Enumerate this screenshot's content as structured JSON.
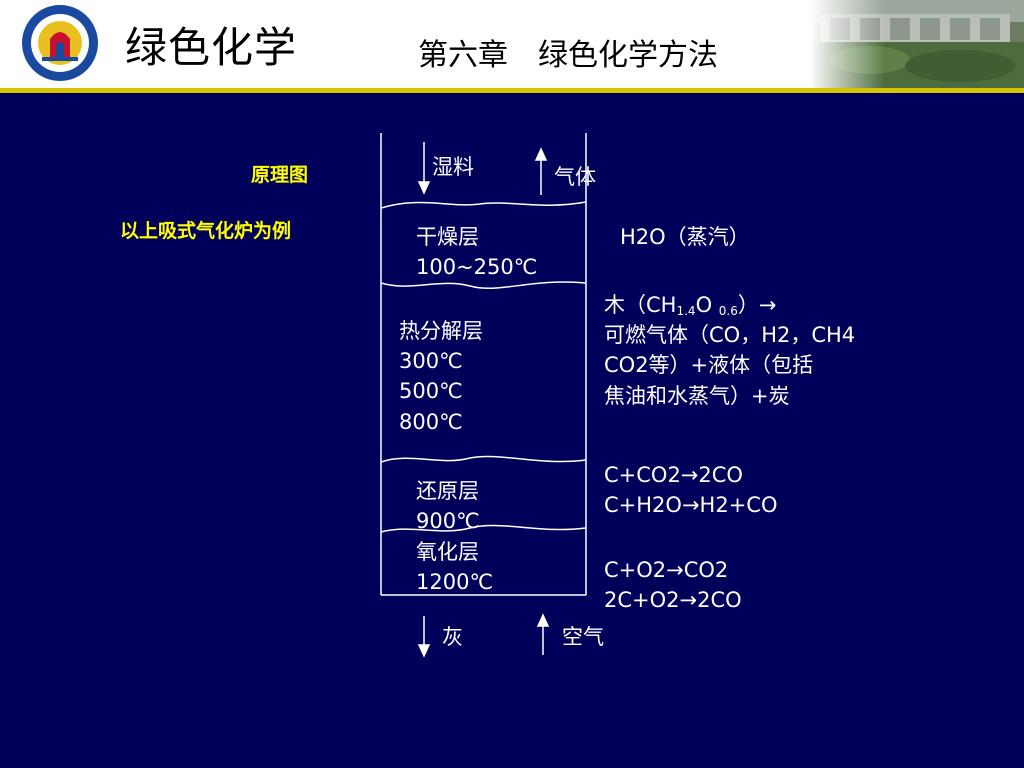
{
  "header": {
    "app_title": "绿色化学",
    "chapter_title": "第六章　绿色化学方法"
  },
  "side": {
    "diagram_label": "原理图",
    "example_label": "以上吸式气化炉为例"
  },
  "flows": {
    "top_down": "湿料",
    "top_up": "气体",
    "bottom_down": "灰",
    "bottom_up": "空气"
  },
  "zones": {
    "drying_name": "干燥层",
    "drying_temp": "100~250℃",
    "pyrolysis_name": "热分解层",
    "pyrolysis_temps": [
      "300℃",
      "500℃",
      "800℃"
    ],
    "reduction_name": "还原层",
    "reduction_temp": "900℃",
    "oxidation_name": "氧化层",
    "oxidation_temp": "1200℃"
  },
  "reactions": {
    "drying": "H2O（蒸汽）",
    "pyrolysis_line1_prefix": "木（CH",
    "pyrolysis_line1_sub1": "1.4",
    "pyrolysis_line1_mid": "O ",
    "pyrolysis_line1_sub2": "0.6",
    "pyrolysis_line1_suffix": "）→",
    "pyrolysis_line2": "可燃气体（CO，H2，CH4",
    "pyrolysis_line3": "CO2等）+液体（包括",
    "pyrolysis_line4": "焦油和水蒸气）+炭",
    "reduction_line1": "C+CO2→2CO",
    "reduction_line2": "C+H2O→H2+CO",
    "oxidation_line1": "C+O2→CO2",
    "oxidation_line2": "2C+O2→2CO"
  },
  "colors": {
    "background": "#00005a",
    "accent_text": "#ffff00",
    "header_rule": "#d8c400"
  }
}
